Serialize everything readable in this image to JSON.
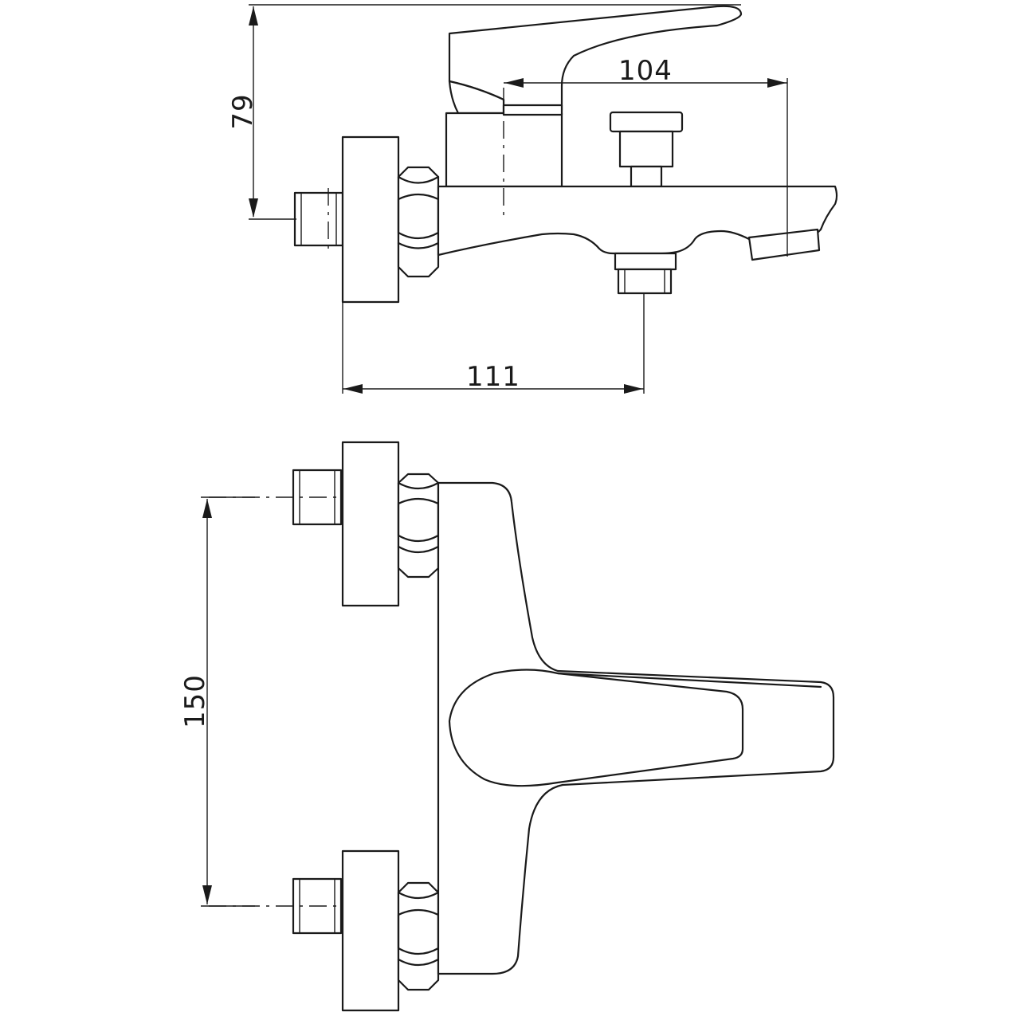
{
  "drawing": {
    "views": [
      "side-view",
      "front-view"
    ],
    "dimensions": {
      "lever_height": "79",
      "spout_reach": "104",
      "outlet_offset": "111",
      "inlet_spacing": "150"
    }
  }
}
